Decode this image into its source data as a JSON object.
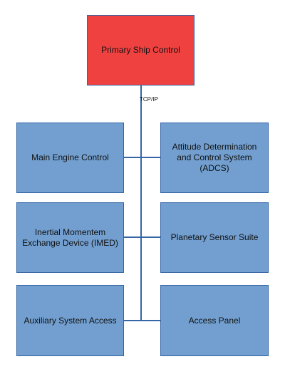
{
  "diagram": {
    "root": {
      "label": "Primary Ship Control"
    },
    "bus_label": "TCP/IP",
    "left_nodes": [
      {
        "label": "Main Engine Control"
      },
      {
        "label": "Inertial Momentem Exchange Device (IMED)"
      },
      {
        "label": "Auxiliary System Access"
      }
    ],
    "right_nodes": [
      {
        "label": "Attitude Determination and Control System (ADCS)"
      },
      {
        "label": "Planetary Sensor Suite"
      },
      {
        "label": "Access Panel"
      }
    ],
    "colors": {
      "root_fill": "#f04141",
      "node_fill": "#729fcf",
      "border": "#3465a4",
      "connector": "#3465a4"
    }
  }
}
